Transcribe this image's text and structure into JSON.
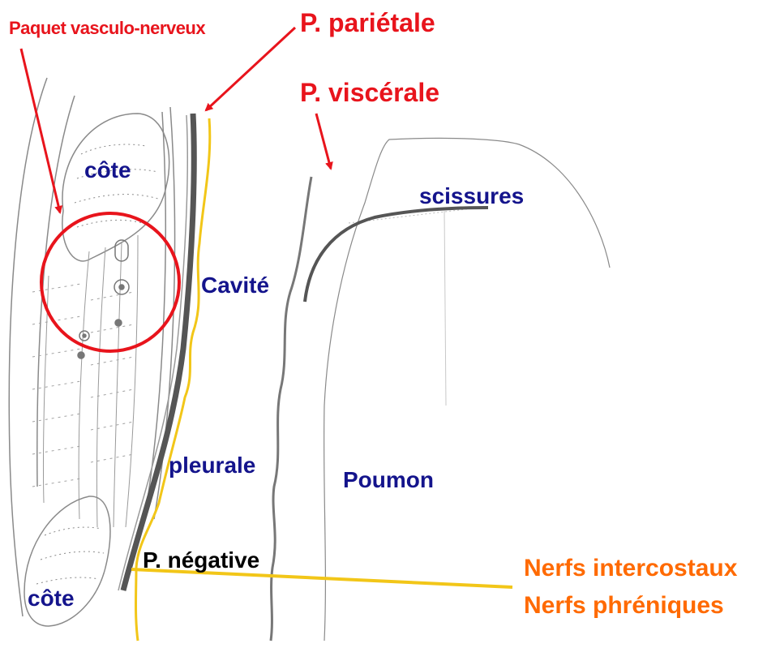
{
  "labels": {
    "paquet": "Paquet vasculo-nerveux",
    "parietale": "P. pariétale",
    "viscerale": "P. viscérale",
    "cote_top": "côte",
    "scissures": "scissures",
    "cavite": "Cavité",
    "pleurale": "pleurale",
    "poumon": "Poumon",
    "negative": "P. négative",
    "nerfs_intercostaux": "Nerfs intercostaux",
    "nerfs_phreniques": "Nerfs phréniques",
    "cote_bottom": "côte"
  },
  "colors": {
    "annotation_red": "#e8141c",
    "structure_navy": "#14148c",
    "nerve_orange": "#ff6a00",
    "pleura_yellow": "#f2c618",
    "membrane_gray": "#555555",
    "sketch_gray": "#8a8a8a"
  }
}
